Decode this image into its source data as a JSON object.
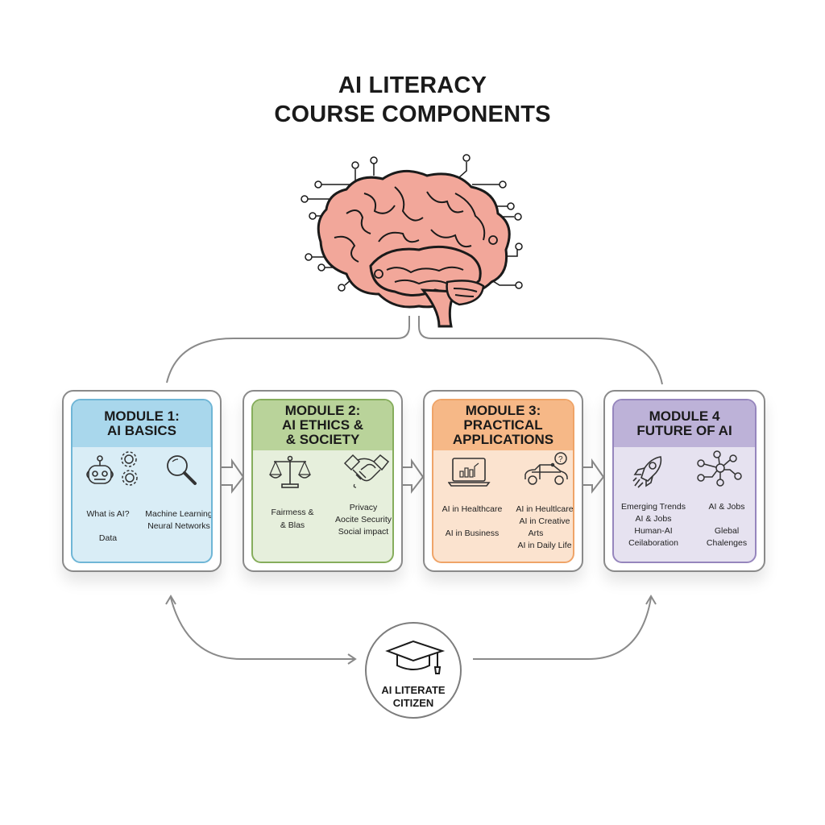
{
  "title": {
    "line1": "AI LITERACY",
    "line2": "COURSE COMPONENTS"
  },
  "center_icon": "brain-circuit-icon",
  "colors": {
    "module1": "#a9d7ec",
    "module2": "#b9d39a",
    "module3": "#f6b887",
    "module4": "#bdb2d8",
    "brain": "#f2a79a",
    "connector": "#8a8a8a"
  },
  "modules": [
    {
      "title_line1": "MODULE 1:",
      "title_line2": "AI BASICS",
      "icons": [
        "robot-icon",
        "gears-icon",
        "magnifier-icon"
      ],
      "left_topics": [
        "What is AI?",
        "Data"
      ],
      "right_topics": [
        "Machine Learning",
        "Neural Networks"
      ]
    },
    {
      "title_line1": "MODULE 2:",
      "title_line2": "AI ETHICS &",
      "title_line3": "& SOCIETY",
      "icons": [
        "scales-icon",
        "handshake-icon"
      ],
      "left_topics": [
        "Fairmess &",
        "& Blas"
      ],
      "right_topics": [
        "Privacy",
        "Aocite Security",
        "Social impact"
      ]
    },
    {
      "title_line1": "MODULE 3:",
      "title_line2": "PRACTICAL",
      "title_line3": "APPLICATIONS",
      "icons": [
        "laptop-chart-icon",
        "car-question-icon"
      ],
      "left_topics": [
        "AI in Healthcare",
        "AI in Business"
      ],
      "right_topics": [
        "AI in Heultlcare",
        "AI in Creative",
        "Arts",
        "AI in Daily Life"
      ]
    },
    {
      "title_line1": "MODULE 4",
      "title_line2": "FUTURE OF AI",
      "icons": [
        "rocket-icon",
        "network-icon"
      ],
      "left_topics": [
        "Emerging Trends",
        "AI & Jobs",
        "Human-AI",
        "Ceilaboration"
      ],
      "right_topics": [
        "AI & Jobs",
        "Glebal",
        "Chalenges"
      ]
    }
  ],
  "outcome": {
    "icon": "graduation-cap-icon",
    "line1": "AI LITERATE",
    "line2": "CITIZEN"
  }
}
